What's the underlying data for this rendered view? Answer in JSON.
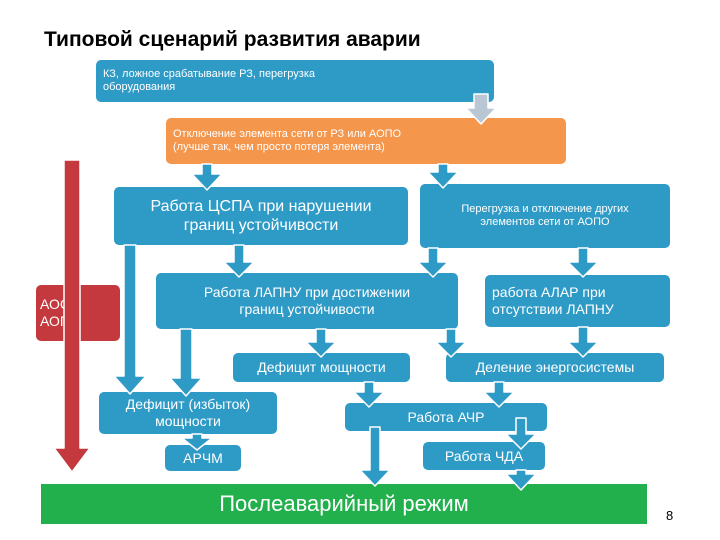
{
  "title": "Типовой сценарий развития аварии",
  "nodes": {
    "kz": "КЗ, ложное срабатывание РЗ, перегрузка\nоборудования",
    "disconnect": "Отключение элемента сети от РЗ или АОПО\n(лучше так, чем просто потеря элемента)",
    "cspa": "Работа ЦСПА при нарушении\nграниц устойчивости",
    "overload": "Перегрузка и отключение других\nэлементов сети от АОПО",
    "lapnu": "Работа ЛАПНУ при достижении\nграниц устойчивости",
    "alar": "работа АЛАР при\nотсутствии ЛАПНУ",
    "aosn": "АОСН\nАОПН",
    "deficit_power": "Дефицит мощности",
    "division": "Деление энергосистемы",
    "deficit_surplus": "Дефицит (избыток)\nмощности",
    "achr": "Работа АЧР",
    "archm": "АРЧМ",
    "chda": "Работа ЧДА",
    "postaccident": "Послеаварийный режим"
  },
  "colors": {
    "blue": "#2e9ac6",
    "orange": "#f5964d",
    "red": "#c3393e",
    "green": "#22b04c",
    "gray": "#b8c7d3"
  },
  "page_number": "8"
}
